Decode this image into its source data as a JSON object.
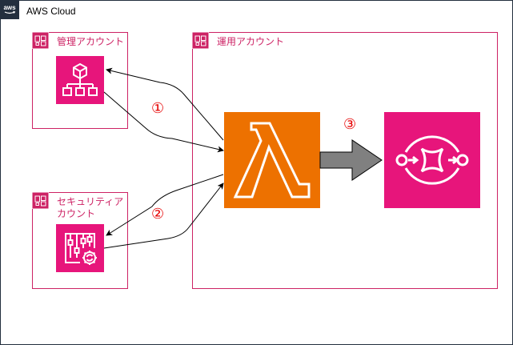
{
  "cloud": {
    "label": "AWS Cloud",
    "logo_icon": "aws-logo-icon"
  },
  "accounts": {
    "management": {
      "label": "管理アカウント",
      "icon": "organizations-icon"
    },
    "security": {
      "label_line1": "セキュリティア",
      "label_line2": "カウント",
      "icon": "security-hub-icon"
    },
    "operations": {
      "label": "運用アカウント"
    }
  },
  "services": {
    "lambda": {
      "icon": "lambda-icon",
      "color": "#ed7100"
    },
    "sqs": {
      "icon": "sqs-icon",
      "color": "#e7157b"
    }
  },
  "steps": {
    "one": "①",
    "two": "②",
    "three": "③"
  },
  "colors": {
    "account_border": "#cd2264",
    "step_number": "#e60000",
    "arrow_fill": "#808080"
  }
}
